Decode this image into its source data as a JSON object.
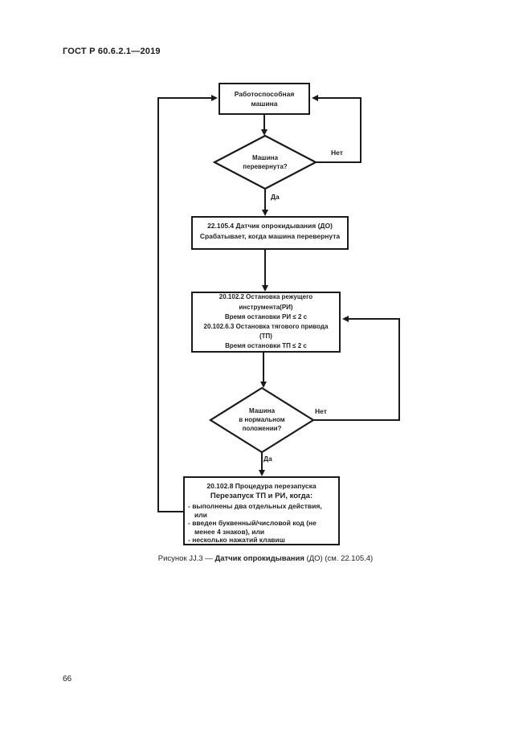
{
  "page": {
    "header": "ГОСТ Р 60.6.2.1—2019",
    "page_number": "66",
    "caption": {
      "prefix": "Рисунок JJ.3 — ",
      "bold": "Датчик опрокидывания",
      "suffix": " (ДО) (см. 22.105.4)"
    }
  },
  "flowchart": {
    "start_box": "Работоспособная\nмашина",
    "decision1": {
      "question": "Машина\nперевернута?",
      "no_label": "Нет",
      "yes_label": "Да"
    },
    "sensor_box": {
      "line1": "22.105.4 Датчик опрокидывания (ДО)",
      "line2": "Срабатывает, когда машина перевернута"
    },
    "stop_box": "20.102.2 Остановка режущего\nинструмента(РИ)\nВремя остановки РИ ≤ 2 с\n20.102.6.3 Остановка тягового привода\n(ТП)\nВремя остановки ТП ≤ 2 с",
    "decision2": {
      "question": "Машина\nв нормальном\nположении?",
      "no_label": "Нет",
      "yes_label": "Да"
    },
    "restart_box": {
      "title": "20.102.8 Процедура перезапуска",
      "subtitle": "Перезапуск ТП и РИ, когда:",
      "bullets": [
        "- выполнены два отдельных действия, или",
        "- введен буквенный/числовой код (не менее 4 знаков), или",
        "- несколько нажатий клавиш"
      ]
    }
  }
}
